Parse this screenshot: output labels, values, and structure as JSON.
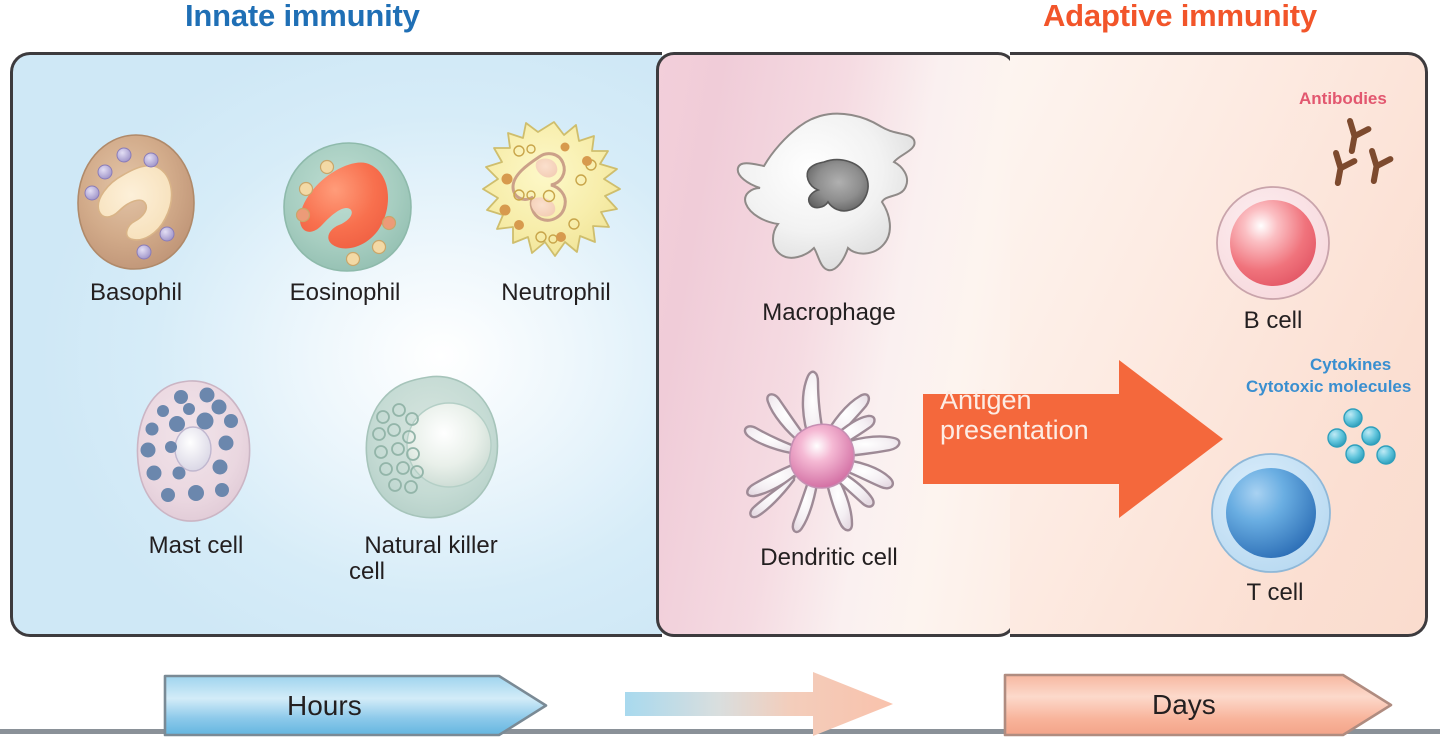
{
  "titles": {
    "innate": "Innate immunity",
    "adaptive": "Adaptive immunity",
    "innate_color": "#1f6fb5",
    "adaptive_color": "#f2552a"
  },
  "panels": {
    "innate": {
      "cells": [
        {
          "name": "Basophil",
          "label": "Basophil"
        },
        {
          "name": "Eosinophil",
          "label": "Eosinophil"
        },
        {
          "name": "Neutrophil",
          "label": "Neutrophil"
        },
        {
          "name": "Mast cell",
          "label": "Mast cell"
        },
        {
          "name": "Natural killer cell",
          "label_line1": "Natural killer",
          "label_line2": "cell"
        }
      ]
    },
    "bridge": {
      "cells": [
        {
          "name": "Macrophage",
          "label": "Macrophage"
        },
        {
          "name": "Dendritic cell",
          "label": "Dendritic cell"
        }
      ]
    },
    "adaptive": {
      "cells": [
        {
          "name": "B cell",
          "label": "B cell"
        },
        {
          "name": "T cell",
          "label": "T cell"
        }
      ],
      "annotations": [
        {
          "name": "Antibodies",
          "label": "Antibodies",
          "color": "#e2576f",
          "count": 3
        },
        {
          "name": "Cytokines",
          "label": "Cytokines",
          "color": "#3a8fd0"
        },
        {
          "name": "Cytotoxic molecules",
          "label": "Cytotoxic molecules",
          "color": "#3a8fd0",
          "count": 5
        }
      ]
    }
  },
  "arrow": {
    "label_line1": "Antigen",
    "label_line2": "presentation",
    "color": "#f4683c",
    "text_color": "#fdece4"
  },
  "timeline": {
    "hours_label": "Hours",
    "days_label": "Days",
    "hours_color": "#7ec6ea",
    "days_color": "#f8b29c",
    "transition_from": "#aedbee",
    "transition_to": "#f9c2ac"
  }
}
